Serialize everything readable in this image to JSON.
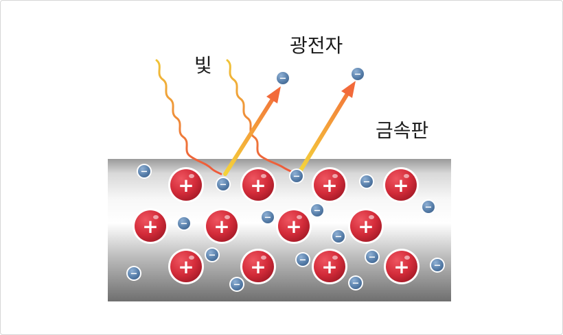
{
  "labels": {
    "light": "빛",
    "photoelectron": "광전자",
    "metal_plate": "금속판"
  },
  "signs": {
    "positive": "+",
    "negative": "−"
  },
  "colors": {
    "ion": "#d42c3a",
    "electron": "#5b82ad",
    "wave_top": "#f0c438",
    "wave_bottom": "#ee5a3a",
    "arrow_base": "#f5d23a",
    "arrow_tip": "#f26a3a"
  }
}
